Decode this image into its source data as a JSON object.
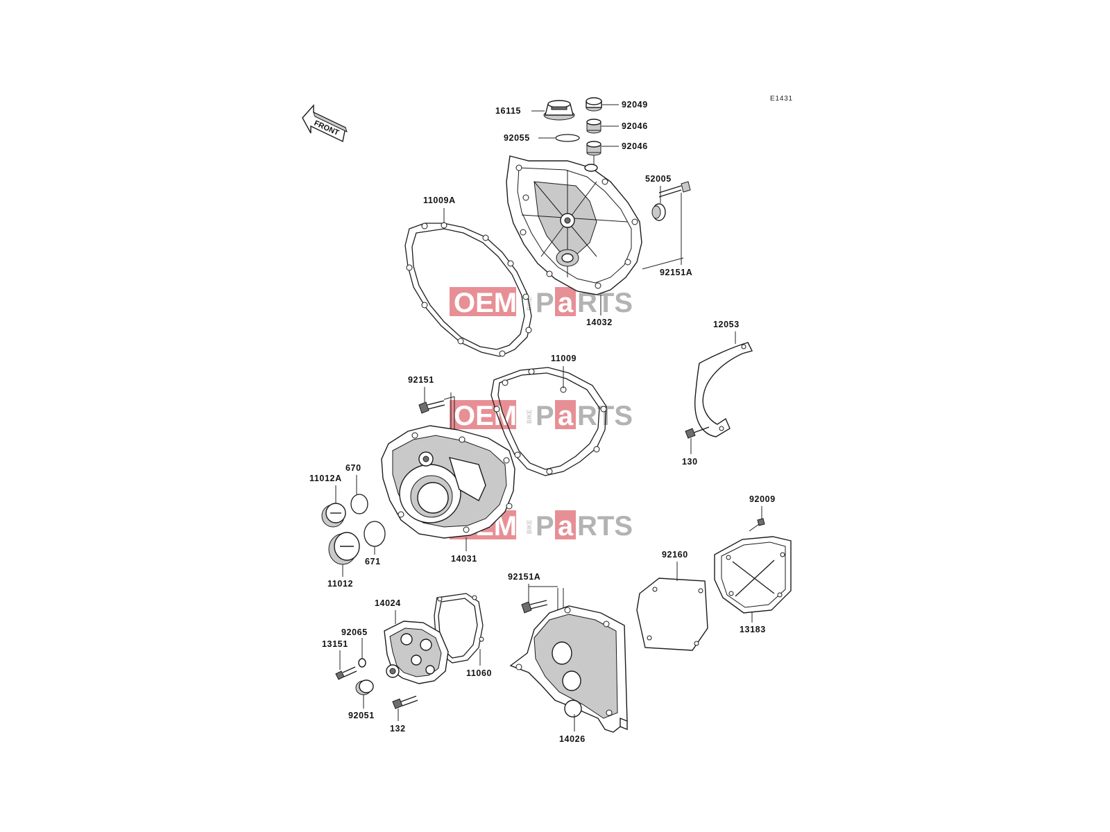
{
  "diagram_code": "E1431",
  "front_arrow_label": "FRONT",
  "watermark": {
    "left": "OEM",
    "small": "BIKE",
    "right_a": "P",
    "right_b": "a",
    "right_c": "RTS"
  },
  "parts": [
    {
      "id": "p16115",
      "label": "16115"
    },
    {
      "id": "p92049",
      "label": "92049"
    },
    {
      "id": "p92046a",
      "label": "92046"
    },
    {
      "id": "p92055",
      "label": "92055"
    },
    {
      "id": "p92046b",
      "label": "92046"
    },
    {
      "id": "p52005",
      "label": "52005"
    },
    {
      "id": "p11009A",
      "label": "11009A"
    },
    {
      "id": "p92151A_top",
      "label": "92151A"
    },
    {
      "id": "p14032",
      "label": "14032"
    },
    {
      "id": "p12053",
      "label": "12053"
    },
    {
      "id": "p11009",
      "label": "11009"
    },
    {
      "id": "p92151",
      "label": "92151"
    },
    {
      "id": "p130",
      "label": "130"
    },
    {
      "id": "p670",
      "label": "670"
    },
    {
      "id": "p11012A",
      "label": "11012A"
    },
    {
      "id": "p671",
      "label": "671"
    },
    {
      "id": "p14031",
      "label": "14031"
    },
    {
      "id": "p11012",
      "label": "11012"
    },
    {
      "id": "p92009",
      "label": "92009"
    },
    {
      "id": "p92160",
      "label": "92160"
    },
    {
      "id": "p92151A_bot",
      "label": "92151A"
    },
    {
      "id": "p14024",
      "label": "14024"
    },
    {
      "id": "p13183",
      "label": "13183"
    },
    {
      "id": "p92065",
      "label": "92065"
    },
    {
      "id": "p13151",
      "label": "13151"
    },
    {
      "id": "p11060",
      "label": "11060"
    },
    {
      "id": "p92051",
      "label": "92051"
    },
    {
      "id": "p132",
      "label": "132"
    },
    {
      "id": "p14026",
      "label": "14026"
    }
  ]
}
